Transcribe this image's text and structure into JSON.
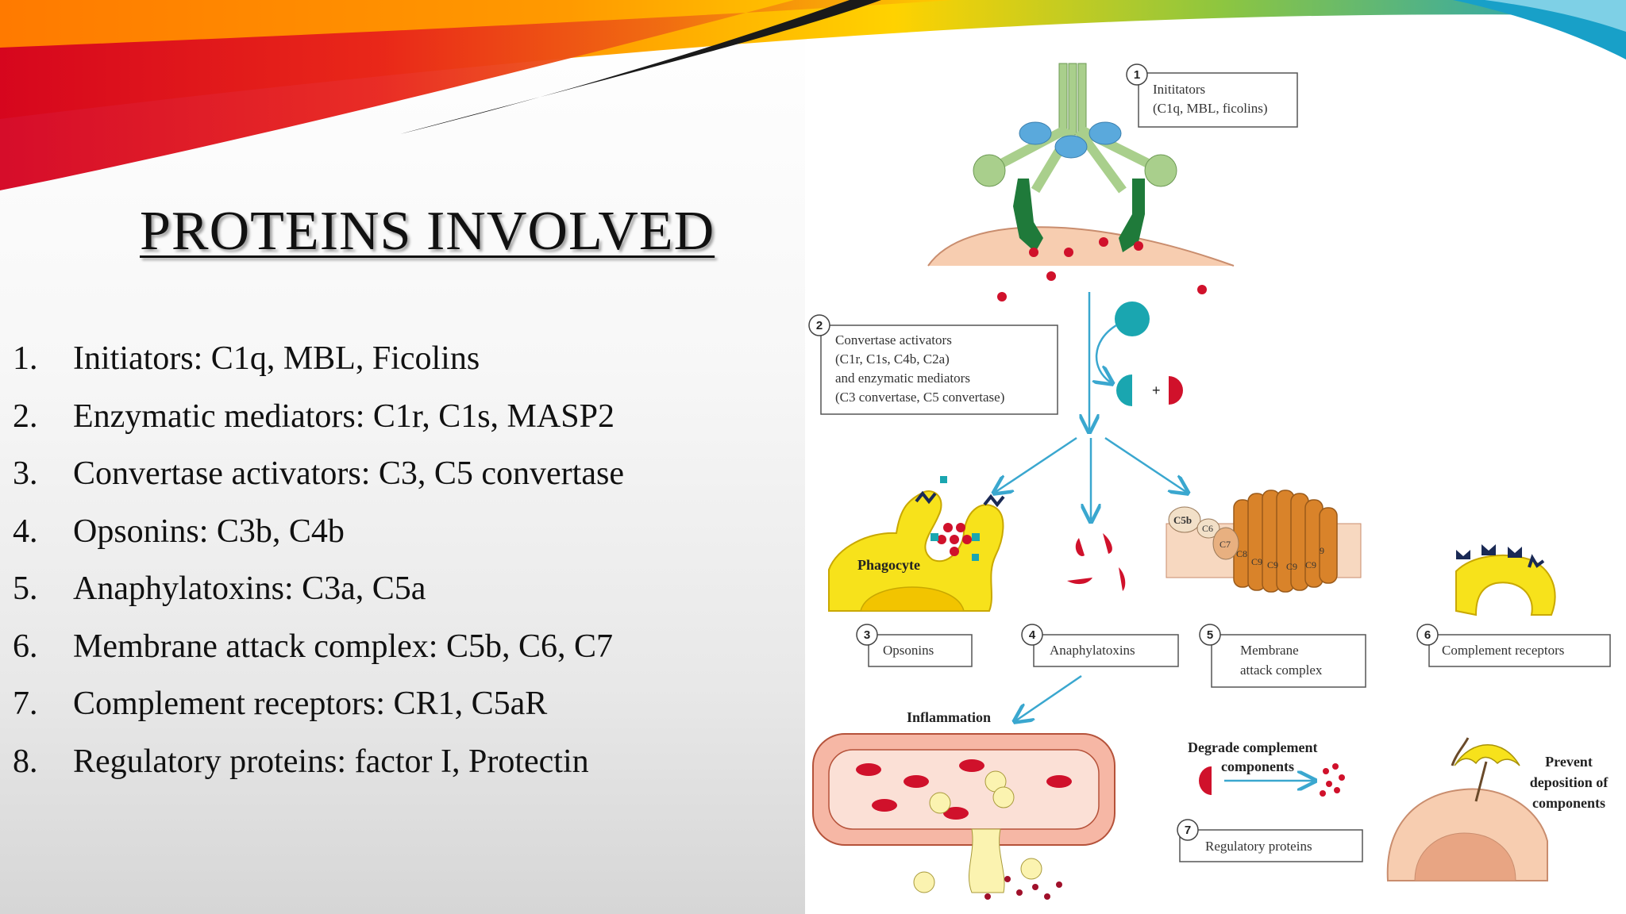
{
  "slide": {
    "title": "PROTEINS INVOLVED",
    "items": [
      {
        "num": "1.",
        "text": "Initiators: C1q, MBL, Ficolins"
      },
      {
        "num": "2.",
        "text": "Enzymatic mediators: C1r, C1s, MASP2"
      },
      {
        "num": "3.",
        "text": "Convertase activators: C3, C5 convertase"
      },
      {
        "num": "4.",
        "text": "Opsonins: C3b, C4b"
      },
      {
        "num": "5.",
        "text": "Anaphylatoxins: C3a, C5a"
      },
      {
        "num": "6.",
        "text": "Membrane attack complex: C5b, C6, C7"
      },
      {
        "num": "7.",
        "text": "Complement receptors: CR1, C5aR"
      },
      {
        "num": "8.",
        "text": "Regulatory proteins: factor I, Protectin"
      }
    ]
  },
  "diagram": {
    "step1": {
      "num": "1",
      "line1": "Inititators",
      "line2": "(C1q, MBL, ficolins)"
    },
    "step2": {
      "num": "2",
      "line1": "Convertase activators",
      "line2": "(C1r, C1s, C4b, C2a)",
      "line3": "and enzymatic mediators",
      "line4": "(C3 convertase, C5 convertase)"
    },
    "plus": "+",
    "phagocyte": "Phagocyte",
    "mac_labels": {
      "c5b": "C5b",
      "c6": "C6",
      "c7": "C7",
      "c8": "C8",
      "c9a": "C9",
      "c9b": "C9",
      "c9c": "C9",
      "c9d": "C9",
      "c9e": "9"
    },
    "step3": {
      "num": "3",
      "label": "Opsonins"
    },
    "step4": {
      "num": "4",
      "label": "Anaphylatoxins"
    },
    "step5": {
      "num": "5",
      "line1": "Membrane",
      "line2": "attack complex"
    },
    "step6": {
      "num": "6",
      "label": "Complement receptors"
    },
    "inflammation": "Inflammation",
    "degrade": {
      "line1": "Degrade complement",
      "line2": "components"
    },
    "step7": {
      "num": "7",
      "label": "Regulatory proteins"
    },
    "prevent": {
      "line1": "Prevent",
      "line2": "deposition of",
      "line3": "components"
    }
  },
  "colors": {
    "banner": [
      "#ff6a00",
      "#e8221a",
      "#b8002a",
      "#ffd200",
      "#1a1a1a",
      "#18a0c8"
    ],
    "protein_green": "#a9cf8c",
    "protein_dark_green": "#1f7a3a",
    "protein_blue": "#5aa9dc",
    "teal": "#1aa6b0",
    "red": "#d0112b",
    "phagocyte_yellow": "#f7e21b",
    "mac_orange": "#d9832a",
    "vessel_pink": "#f6b7a5",
    "cell_peach": "#f7cdb0"
  }
}
